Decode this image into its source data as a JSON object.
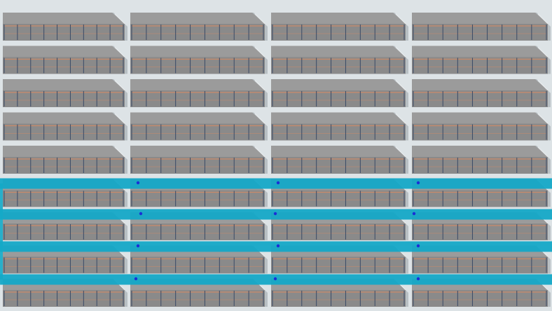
{
  "scene": {
    "view": "warehouse-top-down",
    "rack_grid": {
      "rows": 9,
      "columns": 4,
      "bays_per_rack": 9
    },
    "highlighted_aisle_rows": [
      5,
      6,
      7,
      8
    ],
    "waypoints_per_aisle": 3,
    "colors": {
      "floor": "#dde3e6",
      "rack_top": "#9b9b9b",
      "rack_side": "#8a8a8a",
      "rack_shadow": "#b9c0c4",
      "beam": "#c98a6a",
      "upright": "#3a4a66",
      "path": "#14a8c7",
      "waypoint": "#1a2fd6"
    }
  }
}
